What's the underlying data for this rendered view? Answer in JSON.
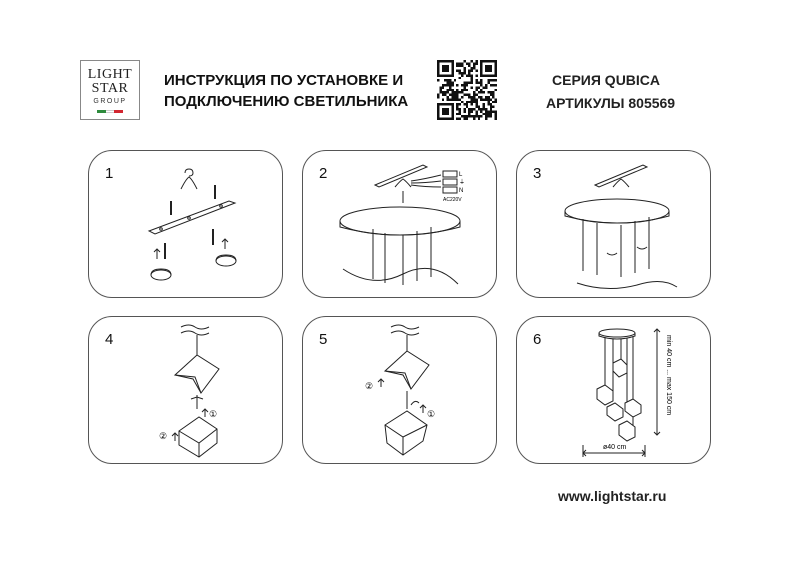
{
  "logo": {
    "line1": "LIGHT",
    "line2": "STAR",
    "line3": "GROUP",
    "flag": [
      "#2e8b3d",
      "#ffffff",
      "#d22630"
    ]
  },
  "header": {
    "title_line1": "ИНСТРУКЦИЯ ПО УСТАНОВКЕ И",
    "title_line2": "ПОДКЛЮЧЕНИЮ СВЕТИЛЬНИКА",
    "series": "СЕРИЯ QUBICA",
    "article": "АРТИКУЛЫ 805569"
  },
  "qr": {
    "icon": "qr-code-icon"
  },
  "steps": [
    {
      "number": "1"
    },
    {
      "number": "2",
      "terminal_labels": [
        "L",
        "⏚",
        "N"
      ],
      "voltage": "AC220V"
    },
    {
      "number": "3"
    },
    {
      "number": "4",
      "step_a": "①",
      "step_b": "②"
    },
    {
      "number": "5",
      "step_a": "①",
      "step_b": "②"
    },
    {
      "number": "6",
      "height_label": "min 40 cm ... max 150 cm",
      "width_label": "ø40 cm"
    }
  ],
  "footer": {
    "website": "www.lightstar.ru"
  },
  "colors": {
    "line": "#222222",
    "border": "#555555"
  }
}
